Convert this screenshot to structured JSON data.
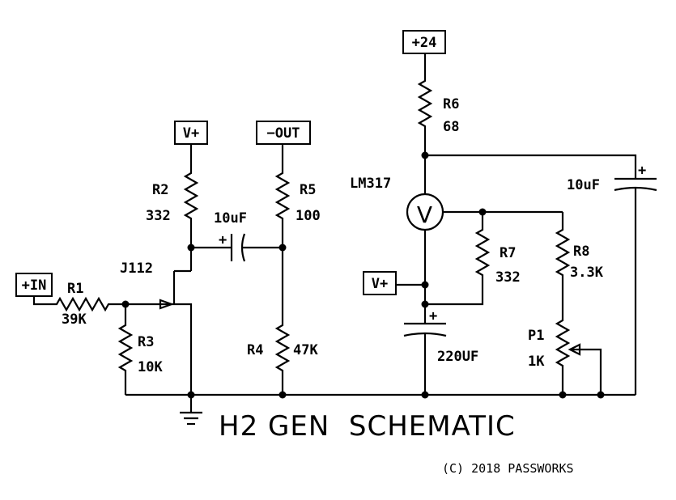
{
  "title": "H2 GEN  SCHEMATIC",
  "copyright": "(C) 2018 PASSWORKS",
  "terminals": {
    "plus24": "+24",
    "vplus1": "V+",
    "minus_out": "−OUT",
    "plus_in": "+IN",
    "vplus2": "V+"
  },
  "components": {
    "r1": {
      "ref": "R1",
      "value": "39K"
    },
    "r2": {
      "ref": "R2",
      "value": "332"
    },
    "r3": {
      "ref": "R3",
      "value": "10K"
    },
    "r4": {
      "ref": "R4",
      "value": "47K"
    },
    "r5": {
      "ref": "R5",
      "value": "100"
    },
    "r6": {
      "ref": "R6",
      "value": "68"
    },
    "r7": {
      "ref": "R7",
      "value": "332"
    },
    "r8": {
      "ref": "R8",
      "value": "3.3K"
    },
    "p1": {
      "ref": "P1",
      "value": "1K"
    },
    "c_coupling": {
      "value": "10uF",
      "polarity": "+"
    },
    "c_bypass": {
      "value": "10uF",
      "polarity": "+"
    },
    "c_220": {
      "value": "220UF",
      "polarity": "+"
    },
    "jfet": {
      "ref": "J112"
    },
    "regulator": {
      "ref": "LM317",
      "symbol": "V"
    }
  }
}
